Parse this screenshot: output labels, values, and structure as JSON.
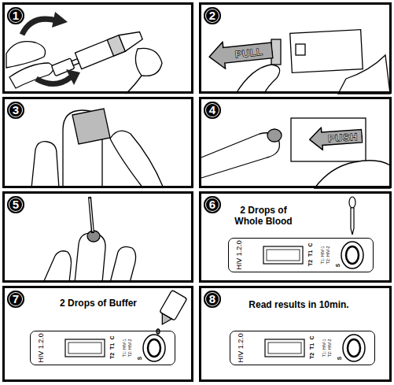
{
  "diagram": {
    "nodes": [
      {
        "text": [
          "1"
        ]
      },
      {
        "text": [
          "2"
        ]
      },
      {
        "text": [
          "PULL"
        ],
        "in": 1
      },
      {
        "text": [
          "3"
        ]
      },
      {
        "text": [
          "4"
        ]
      },
      {
        "text": [
          "PUSH"
        ],
        "in": 4
      },
      {
        "text": [
          "5"
        ]
      },
      {
        "text": [
          "6",
          "2 Drops of Whole Blood"
        ]
      },
      {
        "text": [
          "HIV 1.2.0",
          "C",
          "T1",
          "T2",
          "T1: HIV-1",
          "T2: HIV-2",
          "S"
        ],
        "in": 7
      },
      {
        "text": [
          "7",
          "2 Drops of Buffer"
        ]
      },
      {
        "text": [
          "HIV 1.2.0",
          "C",
          "T1",
          "T2",
          "T1: HIV-1",
          "T2: HIV-2",
          "S"
        ],
        "in": 9
      },
      {
        "text": [
          "8",
          "Read results in 10min."
        ]
      },
      {
        "text": [
          "HIV 1.2.0",
          "C",
          "T1",
          "T2",
          "T1: HIV-1",
          "T2: HIV-2",
          "S"
        ],
        "in": 11
      }
    ]
  }
}
